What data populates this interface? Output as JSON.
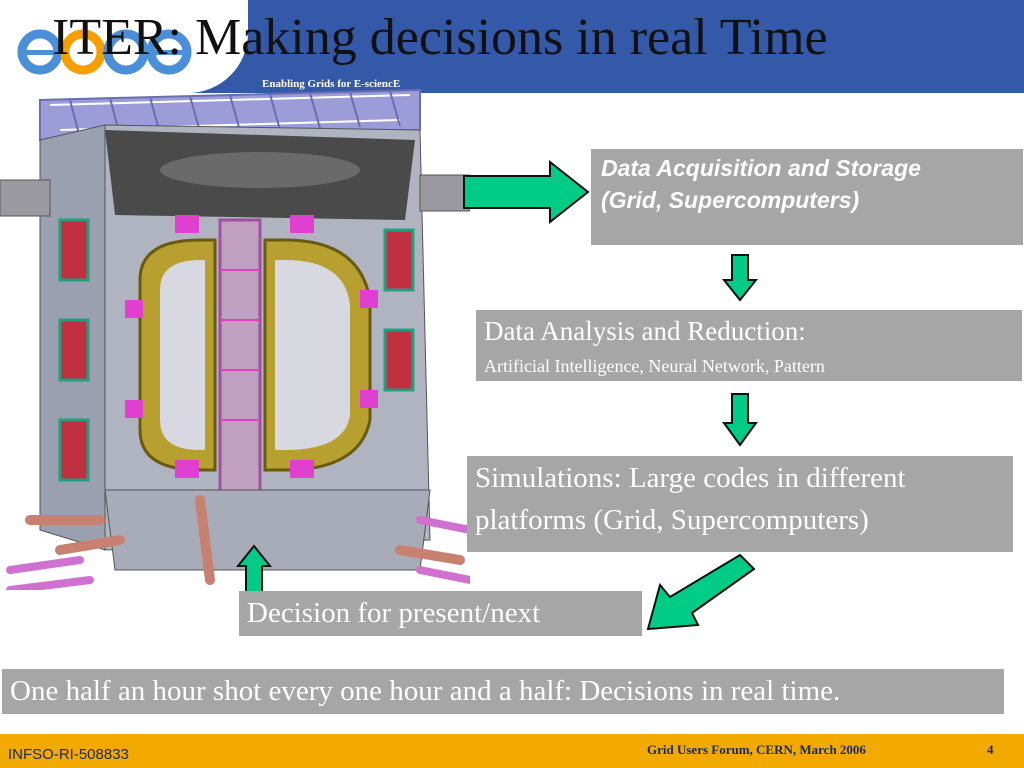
{
  "slide": {
    "title": "ITER: Making decisions in real Time",
    "subtitle": "Enabling Grids for E-sciencE"
  },
  "flow": {
    "step1": {
      "line1": "Data Acquisition and Storage",
      "line2": "(Grid, Supercomputers)"
    },
    "step2": {
      "line1": "Data Analysis and Reduction:",
      "line2": "Artificial Intelligence, Neural Network, Pattern"
    },
    "step3": {
      "line1": "Simulations: Large codes in different",
      "line2": "platforms (Grid, Supercomputers)"
    },
    "step4": {
      "line1": "Decision for present/next"
    }
  },
  "summary": "One half an hour shot every one hour and a half: Decisions in real time.",
  "footer": {
    "project_id": "INFSO-RI-508833",
    "event": "Grid Users Forum, CERN, March 2006",
    "page": "4"
  },
  "colors": {
    "header": "#3359a8",
    "footer": "#f2a900",
    "box": "#a6a6a6",
    "arrow": "#00cc88"
  },
  "icons": {
    "logo": "egee-logo",
    "machine": "iter-tokamak-cutaway"
  }
}
